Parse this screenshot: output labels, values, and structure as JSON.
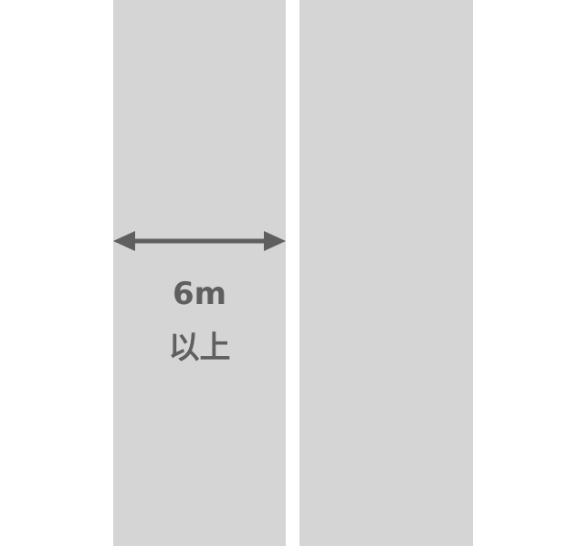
{
  "diagram": {
    "width_label": "6m",
    "qualifier_label": "以上"
  },
  "colors": {
    "strip_fill": "#d5d5d5",
    "arrow": "#5f5f5f",
    "label_text": "#5f5f5f",
    "background": "#ffffff"
  },
  "icons": {
    "dimension_arrow": "double-headed-horizontal-arrow"
  }
}
